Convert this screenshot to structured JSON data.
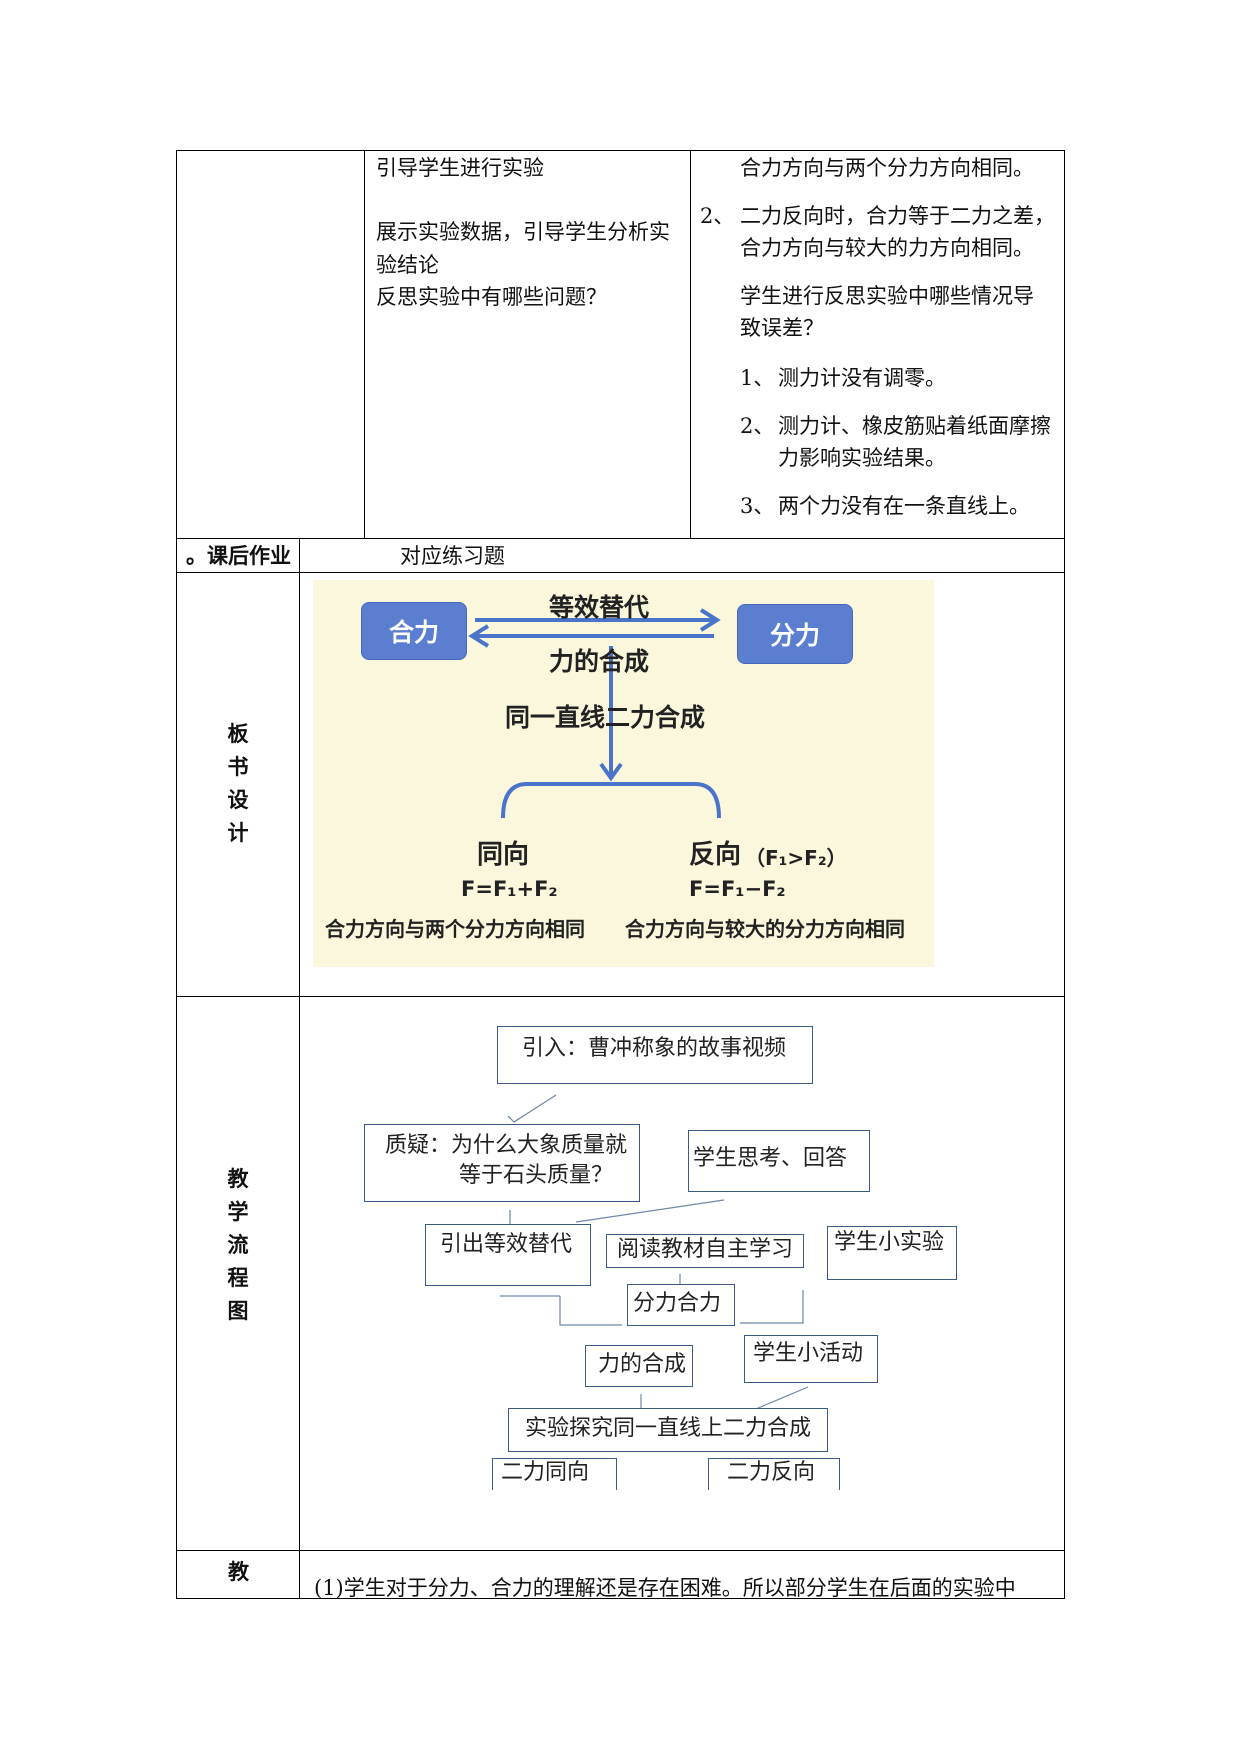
{
  "top_row": {
    "teacher_activity": [
      "引导学生进行实验",
      "展示实验数据，引导学生分析实验结论",
      "反思实验中有哪些问题？"
    ],
    "teacher_activity_lines": [
      "引导学生进行实验",
      "展示实验数据，引导学生分析实",
      "验结论",
      "反思实验中有哪些问题？"
    ],
    "student_activity": {
      "line1": "合力方向与两个分力方向相同。",
      "item2_num": "2、",
      "item2_line1": "二力反向时，合力等于二力之差，",
      "item2_line2": "合力方向与较大的力方向相同。",
      "reflect_line1": "学生进行反思实验中哪些情况导",
      "reflect_line2": "致误差？",
      "errors": [
        {
          "num": "1、",
          "lines": [
            "测力计没有调零。"
          ]
        },
        {
          "num": "2、",
          "lines": [
            "测力计、橡皮筋贴着纸面摩擦",
            "力影响实验结果。"
          ]
        },
        {
          "num": "3、",
          "lines": [
            "两个力没有在一条直线上。"
          ]
        }
      ]
    }
  },
  "homework": {
    "label": "。课后作业",
    "content": "对应练习题"
  },
  "board_design": {
    "label_chars": [
      "板",
      "书",
      "设",
      "计"
    ],
    "left_box": "合力",
    "right_box": "分力",
    "top_arrow_label": "等效替代",
    "bottom_arrow_label": "力的合成",
    "center_title": "同一直线二力合成",
    "left_branch": {
      "title": "同向",
      "formula": "F=F₁+F₂",
      "note": "合力方向与两个分力方向相同"
    },
    "right_branch": {
      "title": "反向",
      "condition": "（F₁>F₂）",
      "formula": "F=F₁−F₂",
      "note": "合力方向与较大的分力方向相同"
    },
    "colors": {
      "box": "#5b7ed0",
      "arrow": "#4a74c9",
      "background": "#fbf7dd"
    }
  },
  "flowchart": {
    "label_chars": [
      "教",
      "学",
      "流",
      "程",
      "图"
    ],
    "nodes": {
      "intro": "引入：曹冲称象的故事视频",
      "question_line1": "质疑：为什么大象质量就",
      "question_line2": "等于石头质量？",
      "think": "学生思考、回答",
      "equiv": "引出等效替代",
      "read": "阅读教材自主学习",
      "exp_small": "学生小实验",
      "force": "分力合力",
      "compose": "力的合成",
      "activity": "学生小活动",
      "explore": "实验探究同一直线上二力合成",
      "same": "二力同向",
      "opposite": "二力反向"
    }
  },
  "reflection": {
    "label": "教",
    "text": "(1)学生对于分力、合力的理解还是存在困难。所以部分学生在后面的实验中"
  }
}
